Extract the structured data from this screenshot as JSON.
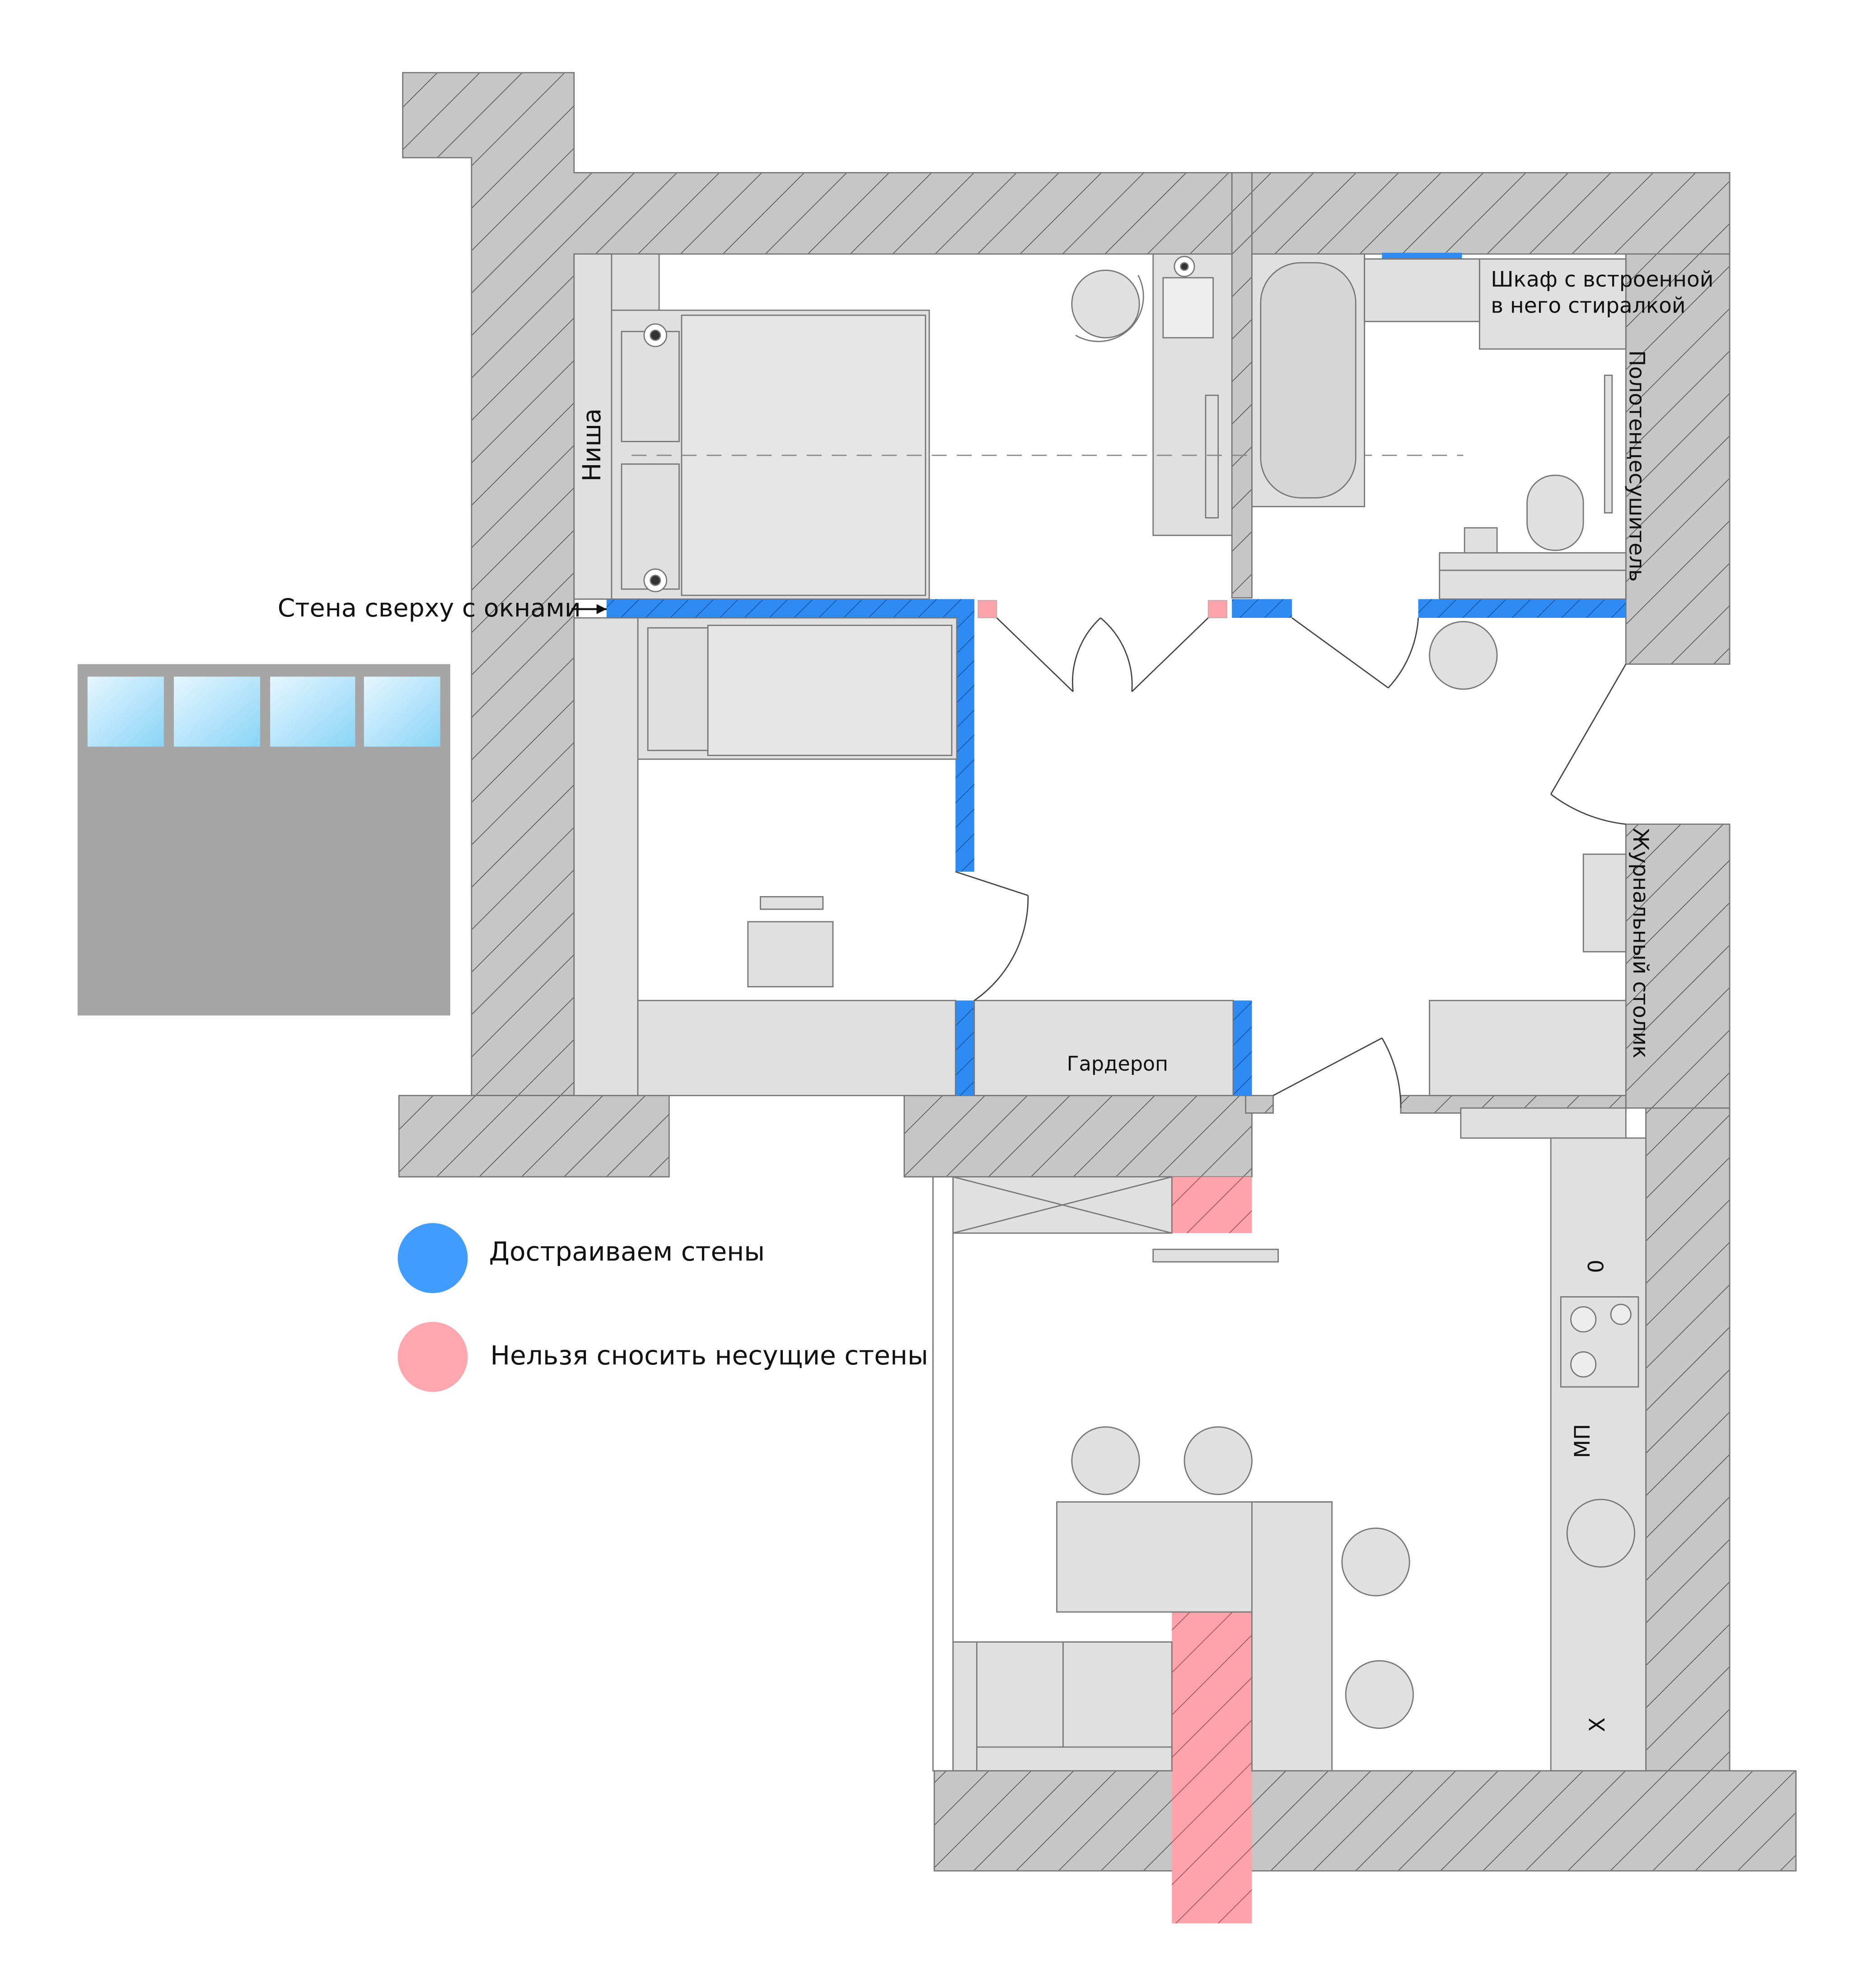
{
  "labels": {
    "niche": "Ниша",
    "wall_with_windows": "Стена сверху с окнами",
    "wardrobe_washer_line1": "Шкаф с встроенной",
    "wardrobe_washer_line2": "в него стиралкой",
    "towel_dryer": "Полотенцесушитель",
    "coffee_table": "Журнальный столик",
    "wardrobe": "Гардероп",
    "microwave": "МП",
    "oven_mark": "0",
    "fridge_mark": "Х"
  },
  "legend": [
    {
      "label": "Достраиваем стены",
      "color": "#409cff"
    },
    {
      "label": "Нельзя сносить несущие стены",
      "color": "#ffa7ae"
    }
  ],
  "colors": {
    "wall_fill": "#c6c6c6",
    "furniture_fill": "#e0e0e0",
    "new_wall": "#2d8bf2",
    "load_bearing": "#ffa3aa",
    "window_glass": "#bfe6fb",
    "building_gray": "#a5a5a5"
  }
}
